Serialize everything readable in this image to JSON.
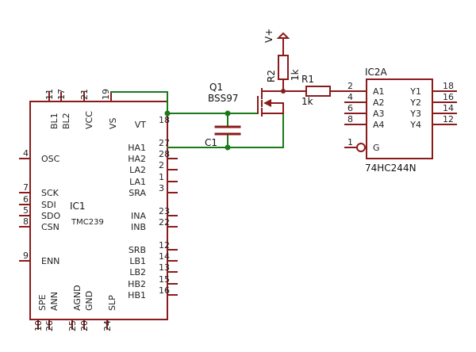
{
  "supply": {
    "label": "V+"
  },
  "q1": {
    "name": "Q1",
    "value": "BSS97"
  },
  "r2": {
    "name": "R2",
    "value": "1k"
  },
  "r1": {
    "name": "R1",
    "value": "1k"
  },
  "c1": {
    "name": "C1"
  },
  "ic1": {
    "name": "IC1",
    "part": "TMC239",
    "top_pins": [
      {
        "num": "11",
        "label": "BL1"
      },
      {
        "num": "17",
        "label": "BL2"
      },
      {
        "num": "21",
        "label": "VCC"
      },
      {
        "num": "19",
        "label": "VS"
      }
    ],
    "left_pins": [
      {
        "num": "4",
        "label": "OSC"
      },
      {
        "num": "7",
        "label": "SCK"
      },
      {
        "num": "6",
        "label": "SDI"
      },
      {
        "num": "5",
        "label": "SDO"
      },
      {
        "num": "8",
        "label": "CSN"
      },
      {
        "num": "9",
        "label": "ENN"
      }
    ],
    "right_pins": [
      {
        "num": "18",
        "label": "VT"
      },
      {
        "num": "27",
        "label": "HA1"
      },
      {
        "num": "28",
        "label": "HA2"
      },
      {
        "num": "2",
        "label": "LA2"
      },
      {
        "num": "1",
        "label": "LA1"
      },
      {
        "num": "3",
        "label": "SRA"
      },
      {
        "num": "23",
        "label": "INA"
      },
      {
        "num": "22",
        "label": "INB"
      },
      {
        "num": "12",
        "label": "SRB"
      },
      {
        "num": "14",
        "label": "LB1"
      },
      {
        "num": "13",
        "label": "LB2"
      },
      {
        "num": "15",
        "label": "HB2"
      },
      {
        "num": "16",
        "label": "HB1"
      }
    ],
    "bottom_pins": [
      {
        "num": "10",
        "label": "SPE"
      },
      {
        "num": "26",
        "label": "ANN"
      },
      {
        "num": "25",
        "label": "AGND"
      },
      {
        "num": "20",
        "label": "GND"
      },
      {
        "num": "24",
        "label": "SLP"
      }
    ]
  },
  "ic2": {
    "name": "IC2A",
    "part": "74HC244N",
    "left_pins": [
      {
        "num": "2",
        "label": "A1"
      },
      {
        "num": "4",
        "label": "A2"
      },
      {
        "num": "6",
        "label": "A3"
      },
      {
        "num": "8",
        "label": "A4"
      }
    ],
    "right_pins": [
      {
        "num": "18",
        "label": "Y1"
      },
      {
        "num": "16",
        "label": "Y2"
      },
      {
        "num": "14",
        "label": "Y3"
      },
      {
        "num": "12",
        "label": "Y4"
      }
    ],
    "enable_pin": {
      "num": "1",
      "label": "G"
    }
  }
}
